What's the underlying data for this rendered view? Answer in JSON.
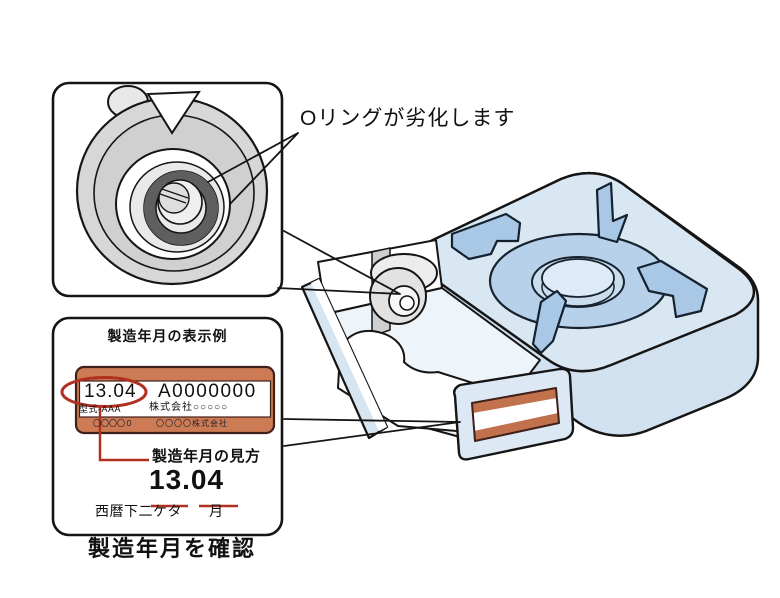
{
  "figure": {
    "oring_note": "Oリングが劣化します",
    "bottom_caption": "製造年月を確認"
  },
  "label_example": {
    "title": "製造年月の表示例",
    "date_code": "13.04",
    "serial_number": "A0000000",
    "model_number": "型式-AAA",
    "manufacturer": "株式会社○○○○○",
    "cert_row_left": "〇〇〇〇０",
    "cert_row_right": "〇〇〇〇株式会社"
  },
  "how_to_read": {
    "heading": "製造年月の見方",
    "date_code_large": "13.04",
    "year_label": "西暦下二ケタ",
    "month_label": "月"
  },
  "colors": {
    "stove_body_blue": "#d9e7f3",
    "burner_blue": "#b8d1ea",
    "trivet_blue": "#a9c8e6",
    "label_orange": "#cd7b54",
    "stove_label_orange": "#c1714c",
    "annotation_red": "#b1301f",
    "outline_black": "#151515",
    "oring_gray": "#5f5f5f"
  }
}
